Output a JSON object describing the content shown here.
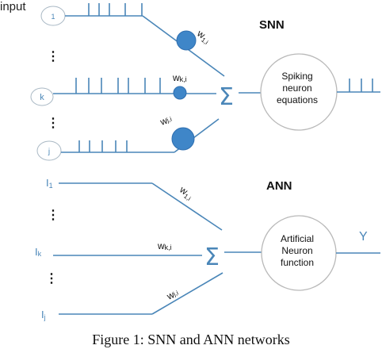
{
  "snn": {
    "input_label": "input",
    "section_title": "SNN",
    "input_nodes": [
      {
        "label": "1"
      },
      {
        "label": "k"
      },
      {
        "label": "j"
      }
    ],
    "weights": [
      {
        "main": "w",
        "sub": "1,i"
      },
      {
        "main": "w",
        "sub": "k,i"
      },
      {
        "main": "w",
        "sub": "j,i"
      }
    ],
    "sum_symbol": "Σ",
    "neuron_lines": [
      "Spiking",
      "neuron",
      "equations"
    ]
  },
  "ann": {
    "section_title": "ANN",
    "inputs": [
      {
        "main": "I",
        "sub": "1"
      },
      {
        "main": "I",
        "sub": "k"
      },
      {
        "main": "I",
        "sub": "j"
      }
    ],
    "weights": [
      {
        "main": "w",
        "sub": "1,i"
      },
      {
        "main": "w",
        "sub": "k,i"
      },
      {
        "main": "w",
        "sub": "j,i"
      }
    ],
    "sum_symbol": "Σ",
    "neuron_lines": [
      "Artificial",
      "Neuron",
      "function"
    ],
    "output_label": "Y"
  },
  "ellipsis": "⋮",
  "caption": "Figure 1: SNN and ANN networks"
}
